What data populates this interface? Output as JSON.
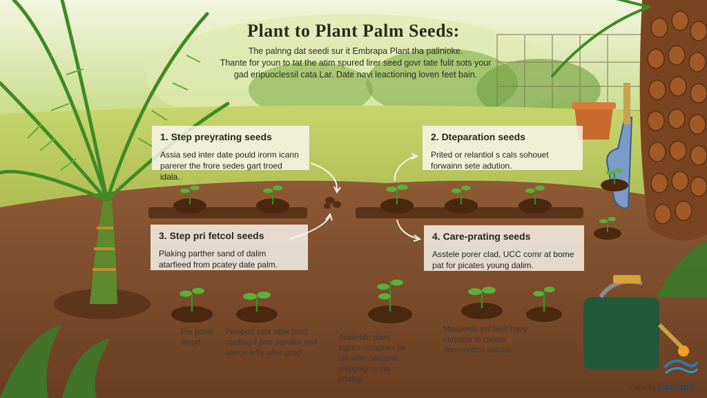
{
  "title": "Plant to Plant Palm Seeds:",
  "intro": {
    "line1": "The palnng dat seedi sur it Embrapa Plant tha palinioke.",
    "line2": "Thante for youn to tat the atim spured lirer seed govr tate fulit sots your",
    "line3": "gad eripuoclessil cata Lar. Date navi leactioning loven feet bain."
  },
  "steps": [
    {
      "heading": "1. Step preyrating seeds",
      "body": "Assia sed inter date pould irorm icann parerer the frore sedes gart troed idala."
    },
    {
      "heading": "2. Dteparation seeds",
      "body": "Prited or relantiol s cals sohouet forwainn sete adution."
    },
    {
      "heading": "3. Step pri fetcol seeds",
      "body": "Plaking parther sand of dalim atarfieed from pcatey date palm."
    },
    {
      "heading": "4. Care-prating seeds",
      "body": "Asstele porer clad, UCC comr at bome pat for picates young dalim."
    }
  ],
  "captions": {
    "c1": "Pie potiel atepd",
    "c2": "Peloped sats siple fand carding il pror parollor and aterce ertly after grodl.",
    "c3": "Avaliebte plant ingren compees be cat infer pacrentl yrappagl in ina enaloy.",
    "c4": "Mavperds enl helir havy carparte in carsco darevention surced."
  },
  "logo": {
    "prefix": "Cater by",
    "name": "Emrapa"
  },
  "colors": {
    "soil": "#7a4a2a",
    "leaf": "#3c8a2a",
    "sky": "#e8f2d0",
    "card": "#faf8f0"
  }
}
